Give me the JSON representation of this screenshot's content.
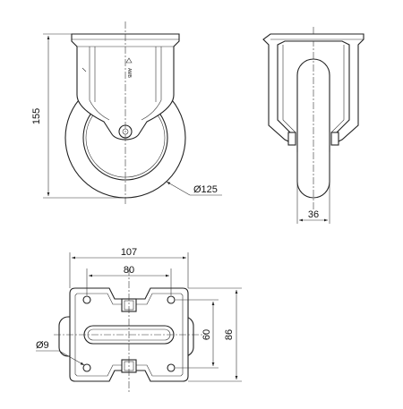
{
  "dimensions": {
    "height": "155",
    "wheel_diameter": "Ø125",
    "wheel_width": "36",
    "plate_length": "107",
    "hole_spacing_length": "80",
    "hole_diameter": "Ø9",
    "hole_spacing_width": "60",
    "plate_width": "86"
  },
  "bracket_marking": "AMB"
}
